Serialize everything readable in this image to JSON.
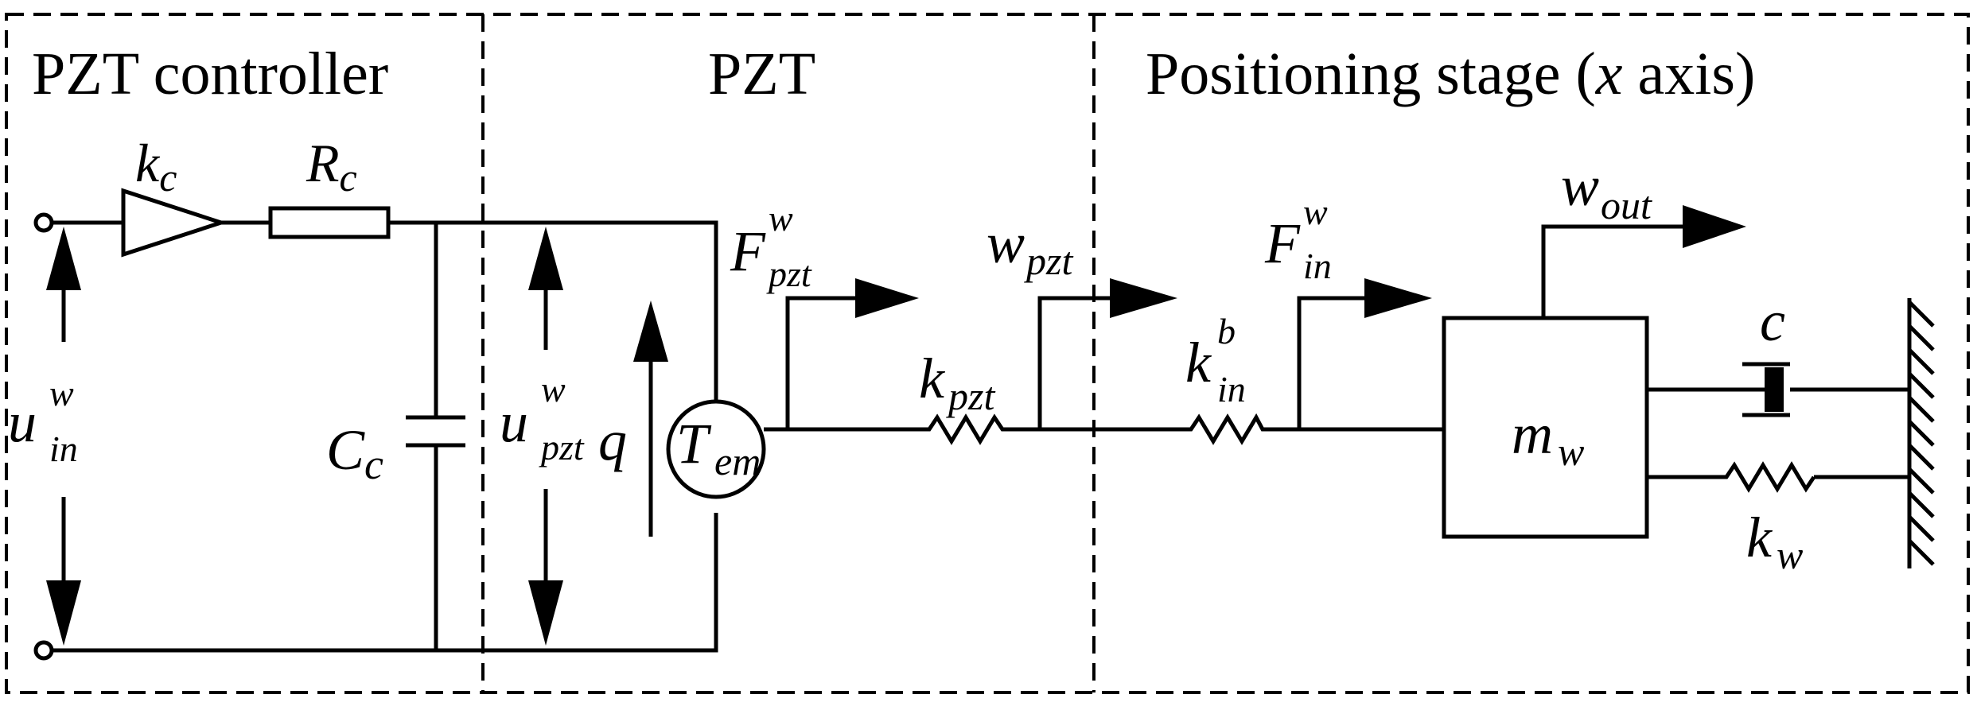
{
  "sections": {
    "controller": "PZT controller",
    "pzt": "PZT",
    "stage_prefix": "Positioning stage (",
    "stage_axis": "x",
    "stage_suffix": " axis)"
  },
  "symbols": {
    "k": "k",
    "c_sub": "c",
    "R": "R",
    "C": "C",
    "u": "u",
    "w_sup": "w",
    "in_sub": "in",
    "pzt_sub": "pzt",
    "q": "q",
    "T": "T",
    "em_sub": "em",
    "F": "F",
    "w": "w",
    "out_sub": "out",
    "b_sup": "b",
    "m": "m",
    "w_sub": "w",
    "c": "c"
  }
}
